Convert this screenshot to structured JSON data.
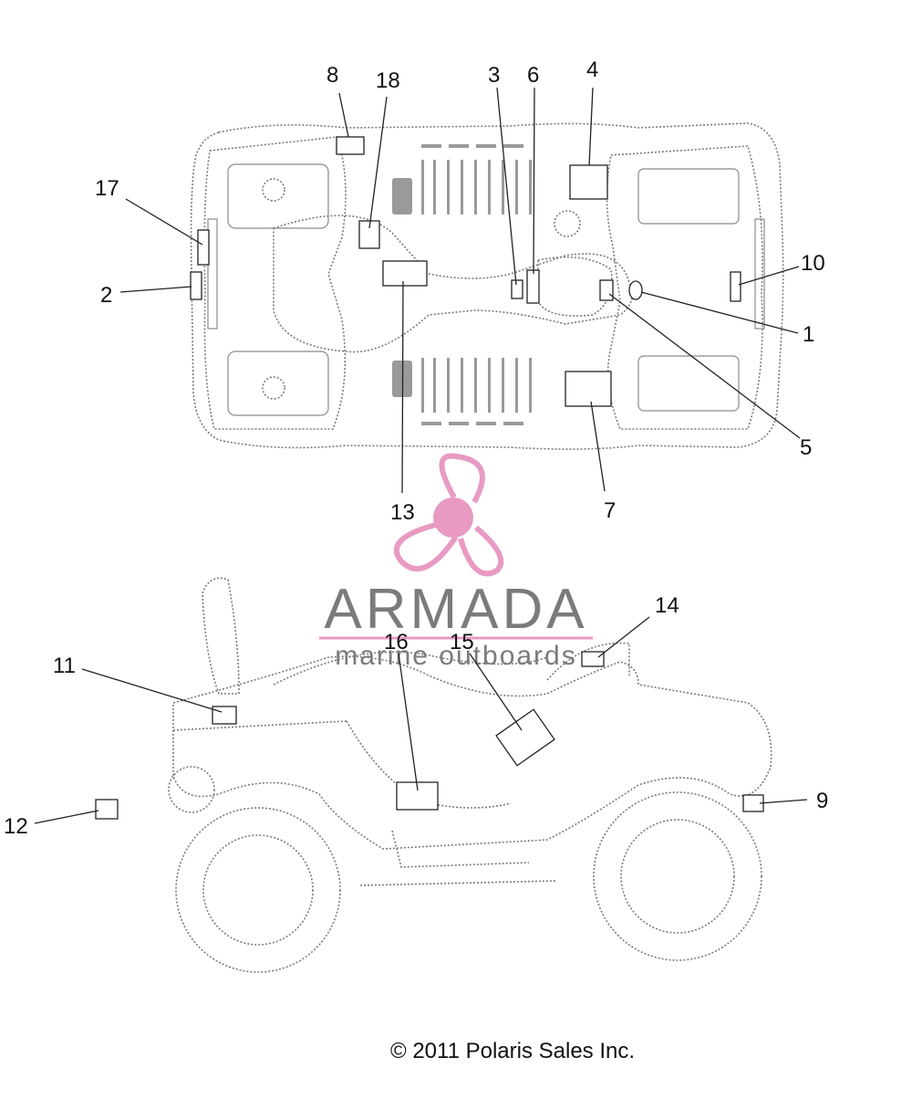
{
  "callouts": {
    "c1": "1",
    "c2": "2",
    "c3": "3",
    "c4": "4",
    "c5": "5",
    "c6": "6",
    "c7": "7",
    "c8": "8",
    "c9": "9",
    "c10": "10",
    "c11": "11",
    "c12": "12",
    "c13": "13",
    "c14": "14",
    "c15": "15",
    "c16": "16",
    "c17": "17",
    "c18": "18"
  },
  "watermark": {
    "brand": "ARMADA",
    "tagline": "marine outboards",
    "color": "#e89ac2"
  },
  "footer": {
    "copyright": "© 2011 Polaris Sales Inc."
  }
}
